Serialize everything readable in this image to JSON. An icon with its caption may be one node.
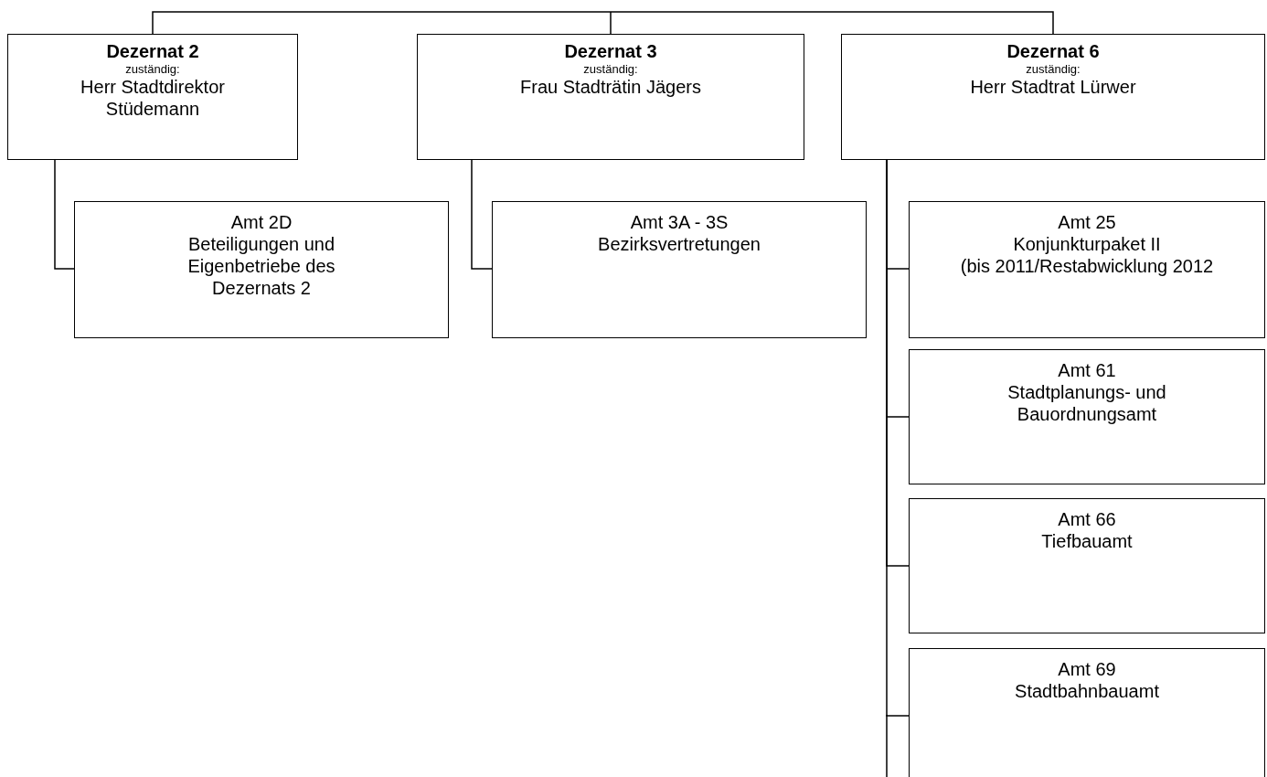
{
  "diagram": {
    "nodes": [
      {
        "text": [
          "Dezernat 2",
          "zuständig:",
          "Herr Stadtdirektor Stüdemann"
        ]
      },
      {
        "text": [
          "Dezernat 3",
          "zuständig:",
          "Frau Stadträtin Jägers"
        ]
      },
      {
        "text": [
          "Dezernat 6",
          "zuständig:",
          "Herr Stadtrat Lürwer"
        ]
      },
      {
        "text": [
          "Amt 2D",
          "Beteiligungen und Eigenbetriebe des Dezernats 2"
        ]
      },
      {
        "text": [
          "Amt 3A - 3S",
          "Bezirksvertretungen"
        ]
      },
      {
        "text": [
          "Amt 25",
          "Konjunkturpaket II",
          "(bis 2011/Restabwicklung 2012"
        ]
      },
      {
        "text": [
          "Amt 61",
          "Stadtplanungs- und Bauordnungsamt"
        ]
      },
      {
        "text": [
          "Amt 66",
          "Tiefbauamt"
        ]
      },
      {
        "text": [
          "Amt 69",
          "Stadtbahnbauamt"
        ]
      }
    ],
    "edges": [
      {
        "from": null,
        "to": 0,
        "arrow": "none"
      },
      {
        "from": null,
        "to": 1,
        "arrow": "none"
      },
      {
        "from": null,
        "to": 2,
        "arrow": "none"
      },
      {
        "from": 0,
        "to": 3,
        "arrow": "none"
      },
      {
        "from": 1,
        "to": 4,
        "arrow": "none"
      },
      {
        "from": 2,
        "to": 5,
        "arrow": "none"
      },
      {
        "from": 2,
        "to": 6,
        "arrow": "none"
      },
      {
        "from": 2,
        "to": 7,
        "arrow": "none"
      },
      {
        "from": 2,
        "to": 8,
        "arrow": "none"
      }
    ]
  }
}
